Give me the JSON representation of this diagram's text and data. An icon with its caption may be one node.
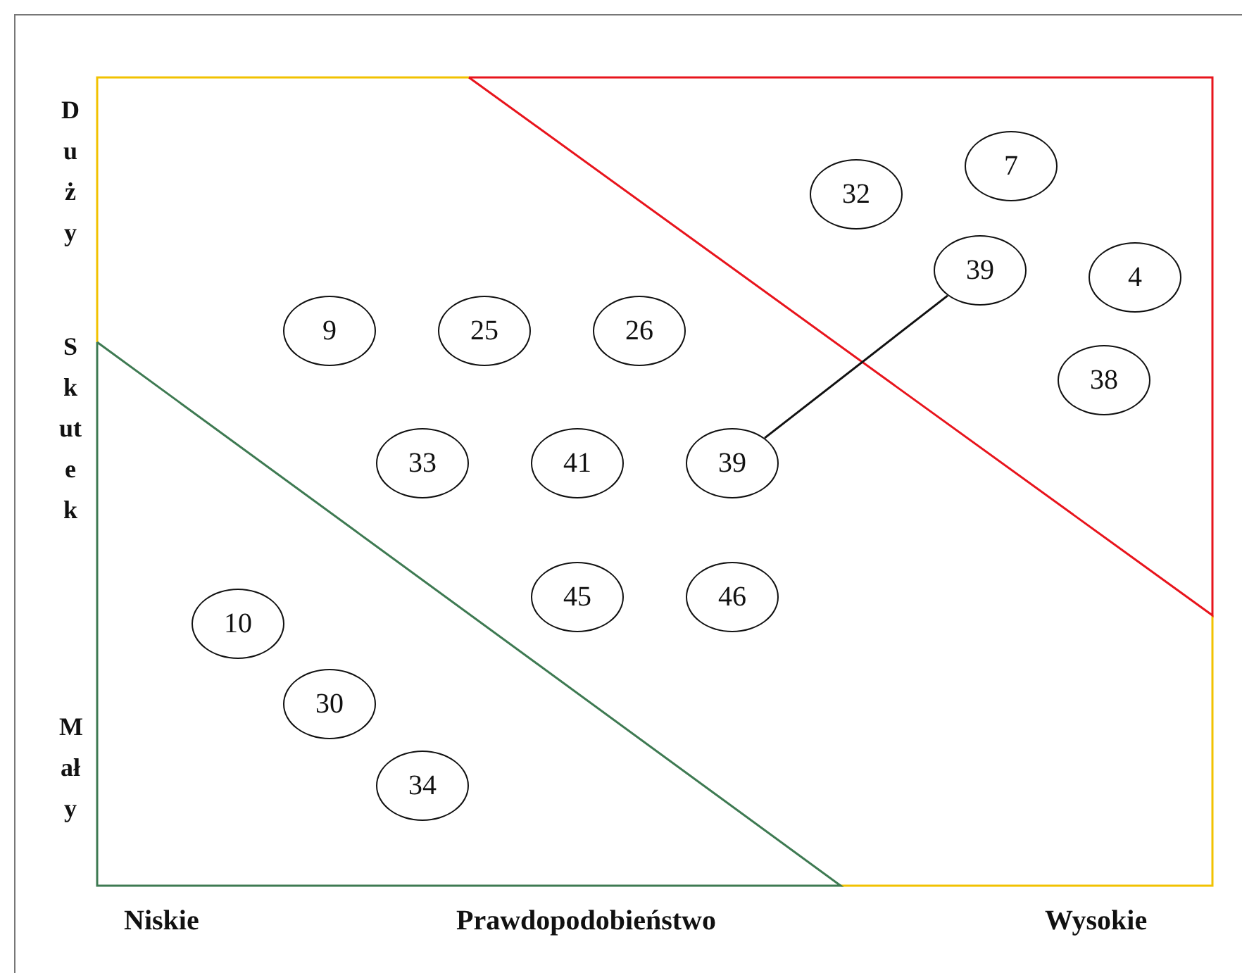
{
  "diagram": {
    "nodes": [
      {
        "text": [
          "32"
        ]
      },
      {
        "text": [
          "7"
        ]
      },
      {
        "text": [
          "39"
        ]
      },
      {
        "text": [
          "4"
        ]
      },
      {
        "text": [
          "9"
        ]
      },
      {
        "text": [
          "25"
        ]
      },
      {
        "text": [
          "26"
        ]
      },
      {
        "text": [
          "38"
        ]
      },
      {
        "text": [
          "33"
        ]
      },
      {
        "text": [
          "41"
        ]
      },
      {
        "text": [
          "39"
        ]
      },
      {
        "text": [
          "45"
        ]
      },
      {
        "text": [
          "46"
        ]
      },
      {
        "text": [
          "10"
        ]
      },
      {
        "text": [
          "30"
        ]
      },
      {
        "text": [
          "34"
        ]
      }
    ],
    "edges": [
      {
        "from": 2,
        "to": 10,
        "arrow": "none"
      }
    ],
    "labels": [
      "Duży",
      "Skutek",
      "Mały",
      "Niskie",
      "Prawdopodobieństwo",
      "Wysokie"
    ]
  }
}
